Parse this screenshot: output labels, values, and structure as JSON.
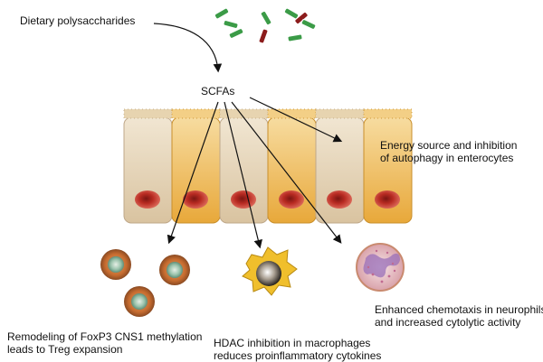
{
  "labels": {
    "source": "Dietary polysaccharides",
    "scfa": "SCFAs",
    "enterocytes": [
      "Energy source and inhibition",
      "of autophagy in enterocytes"
    ],
    "treg": [
      "Remodeling of FoxP3 CNS1 methylation",
      "leads to Treg expansion"
    ],
    "macrophage": [
      "HDAC inhibition in macrophages",
      "reduces proinflammatory cytokines"
    ],
    "neutrophil": [
      "Enhanced chemotaxis in neurophils",
      "and increased cytolytic activity"
    ]
  },
  "colors": {
    "arrow": "#111111",
    "cell_beige": "#e4d2b4",
    "cell_orange": "#efb444",
    "nucleus_red": "#c8342a",
    "treg_cell": "#c06a2e",
    "treg_nucleus": "#7fae94",
    "macrophage": "#f0bf2c",
    "neutrophil": "#eccbd0",
    "fiber_green": "#3b9b47",
    "fiber_red": "#8c1c1c"
  },
  "icons": [
    "polysaccharide-fibers-icon",
    "epithelium-icon",
    "treg-cell-icon",
    "macrophage-icon",
    "neutrophil-icon"
  ]
}
